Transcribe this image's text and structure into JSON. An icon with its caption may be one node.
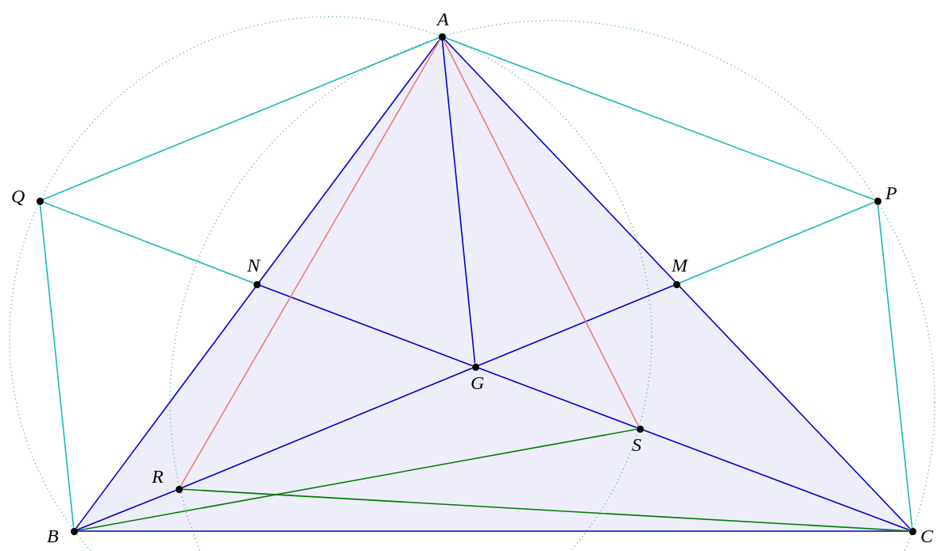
{
  "diagram": {
    "nodes": [
      {
        "text": [
          "A"
        ]
      },
      {
        "text": [
          "Q"
        ]
      },
      {
        "text": [
          "P"
        ]
      },
      {
        "text": [
          "N"
        ]
      },
      {
        "text": [
          "M"
        ]
      },
      {
        "text": [
          "G"
        ]
      },
      {
        "text": [
          "S"
        ]
      },
      {
        "text": [
          "R"
        ]
      },
      {
        "text": [
          "B"
        ]
      },
      {
        "text": [
          "C"
        ]
      }
    ],
    "edges": [
      {
        "from": 0,
        "to": 8,
        "arrow": "none"
      },
      {
        "from": 0,
        "to": 9,
        "arrow": "none"
      },
      {
        "from": 8,
        "to": 9,
        "arrow": "none"
      },
      {
        "from": 0,
        "to": 5,
        "arrow": "none"
      },
      {
        "from": 8,
        "to": 7,
        "arrow": "none"
      },
      {
        "from": 7,
        "to": 5,
        "arrow": "none"
      },
      {
        "from": 5,
        "to": 4,
        "arrow": "none"
      },
      {
        "from": 9,
        "to": 6,
        "arrow": "none"
      },
      {
        "from": 6,
        "to": 5,
        "arrow": "none"
      },
      {
        "from": 5,
        "to": 3,
        "arrow": "none"
      },
      {
        "from": 0,
        "to": 1,
        "arrow": "none",
        "color": "#1ab8b8"
      },
      {
        "from": 0,
        "to": 2,
        "arrow": "none",
        "color": "#1ab8b8"
      },
      {
        "from": 1,
        "to": 3,
        "arrow": "none",
        "color": "#1ab8b8"
      },
      {
        "from": 2,
        "to": 4,
        "arrow": "none",
        "color": "#1ab8b8"
      },
      {
        "from": 1,
        "to": 8,
        "arrow": "none",
        "color": "#1ab8b8"
      },
      {
        "from": 2,
        "to": 9,
        "arrow": "none",
        "color": "#1ab8b8"
      },
      {
        "from": 0,
        "to": 7,
        "arrow": "none",
        "color": "#f07878"
      },
      {
        "from": 0,
        "to": 6,
        "arrow": "none",
        "color": "#f07878"
      },
      {
        "from": 7,
        "to": 9,
        "arrow": "none",
        "color": "#007a00"
      },
      {
        "from": 6,
        "to": 8,
        "arrow": "none",
        "color": "#007a00"
      }
    ]
  }
}
